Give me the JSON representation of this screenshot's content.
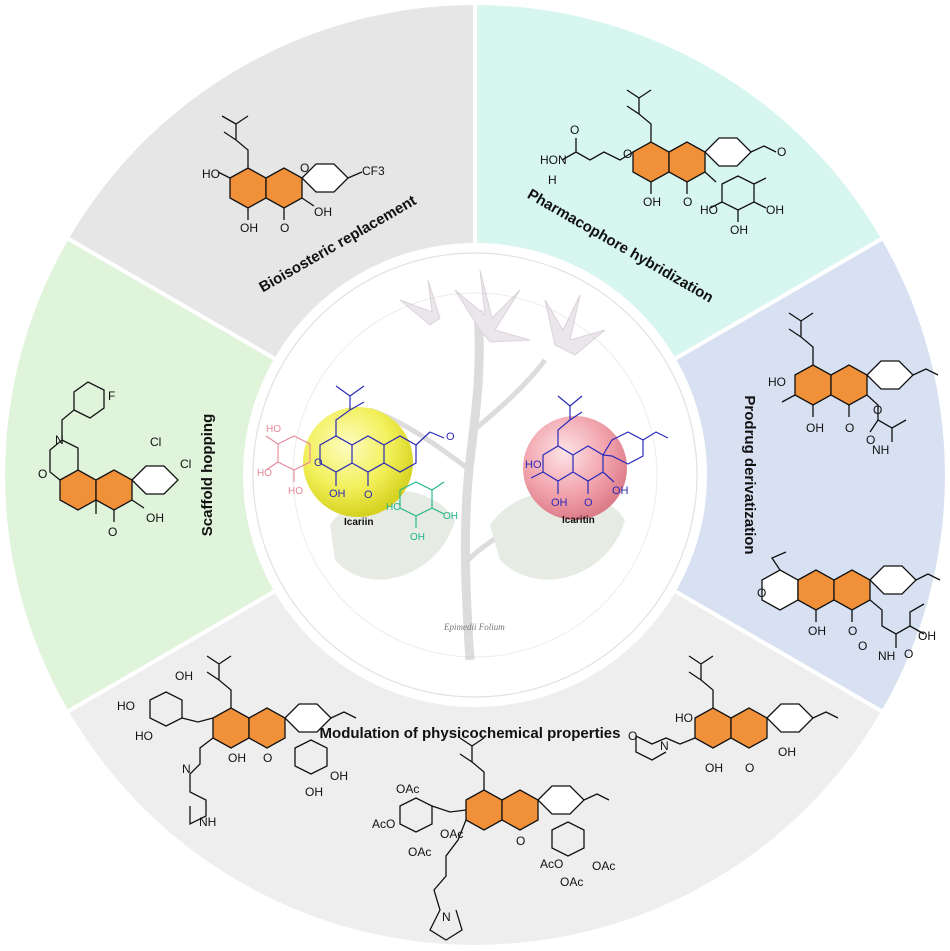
{
  "sectors": {
    "bioisosteric": {
      "label": "Bioisosteric replacement",
      "color": "#e6e6e6"
    },
    "pharmacophore": {
      "label": "Pharmacophore hybridization",
      "color": "#d7f6ef"
    },
    "prodrug": {
      "label": "Prodrug derivatization",
      "color": "#d7e1f2"
    },
    "modulation": {
      "label": "Modulation of physicochemical properties",
      "color": "#eeeeee"
    },
    "scaffold": {
      "label": "Scaffold hopping",
      "color": "#e0f3db"
    }
  },
  "center": {
    "icariin_label": "Icariin",
    "icaritin_label": "Icaritin",
    "plant_caption": "Epimedii Folium",
    "icariin_sphere_color": "#f2f05a",
    "icaritin_sphere_color": "#f2a5ae"
  },
  "atoms": {
    "oh": "OH",
    "o": "O",
    "ho": "HO",
    "cf3": "CF3",
    "n": "N",
    "nh": "NH",
    "h": "H",
    "hooh": "HO",
    "f": "F",
    "cl": "Cl",
    "oac": "OAc",
    "aco": "AcO"
  },
  "colors": {
    "orange_core": "#f0913a",
    "bond_blue": "#2a2ab8",
    "sugar_pink": "#e58a9a",
    "sugar_green": "#1fb58c"
  }
}
